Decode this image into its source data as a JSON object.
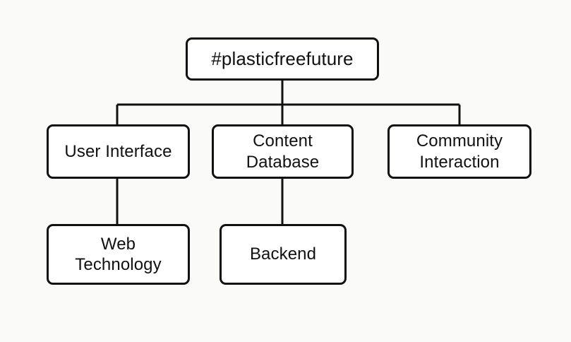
{
  "diagram": {
    "title": "#plasticfreefuture",
    "background_color": "#fafaf9",
    "stroke_color": "#111111",
    "node_fill_color": "#ffffff",
    "nodes": [
      {
        "id": "root",
        "label": "#plasticfreefuture",
        "level": 1
      },
      {
        "id": "user-interface",
        "label": "User Interface",
        "level": 2
      },
      {
        "id": "content-database",
        "label": "Content\nDatabase",
        "level": 2
      },
      {
        "id": "community-interaction",
        "label": "Community\nInteraction",
        "level": 2
      },
      {
        "id": "web-technology",
        "label": "Web\nTechnology",
        "level": 3
      },
      {
        "id": "backend",
        "label": "Backend",
        "level": 3
      }
    ],
    "edges": [
      {
        "from": "root",
        "to": "user-interface"
      },
      {
        "from": "root",
        "to": "content-database"
      },
      {
        "from": "root",
        "to": "community-interaction"
      },
      {
        "from": "user-interface",
        "to": "web-technology"
      },
      {
        "from": "content-database",
        "to": "backend"
      }
    ]
  },
  "chart_data": {
    "type": "diagram",
    "subtype": "tree",
    "orientation": "top-down",
    "title": "#plasticfreefuture",
    "root": "#plasticfreefuture",
    "levels": [
      [
        "#plasticfreefuture"
      ],
      [
        "User Interface",
        "Content Database",
        "Community Interaction"
      ],
      [
        "Web Technology",
        "Backend"
      ]
    ],
    "links": [
      [
        "#plasticfreefuture",
        "User Interface"
      ],
      [
        "#plasticfreefuture",
        "Content Database"
      ],
      [
        "#plasticfreefuture",
        "Community Interaction"
      ],
      [
        "User Interface",
        "Web Technology"
      ],
      [
        "Content Database",
        "Backend"
      ]
    ]
  }
}
